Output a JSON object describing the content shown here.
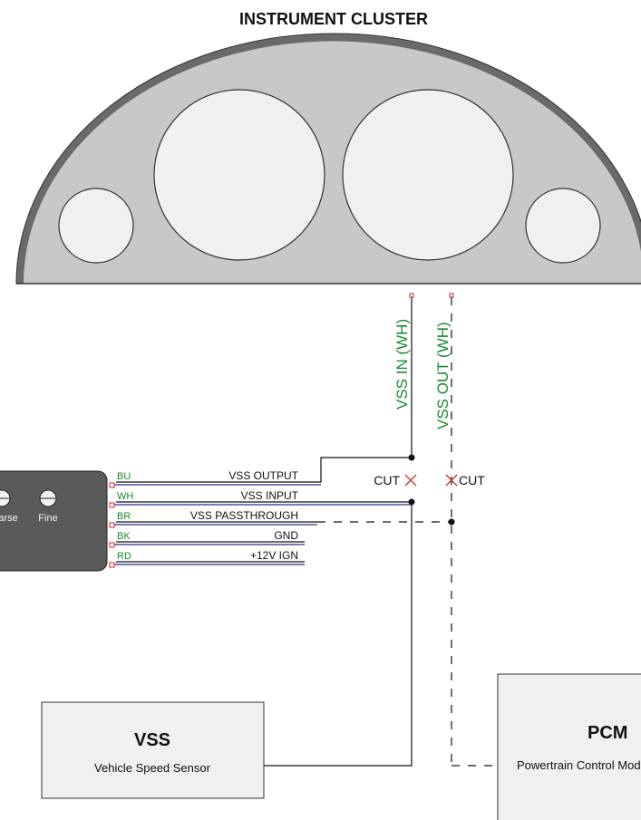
{
  "title": "INSTRUMENT CLUSTER",
  "cluster_wires": {
    "vss_in": "VSS IN (WH)",
    "vss_out": "VSS OUT (WH)"
  },
  "module": {
    "knobs": [
      {
        "label": "Coarse"
      },
      {
        "label": "Fine"
      }
    ],
    "pins": [
      {
        "color_code": "BU",
        "label": "VSS OUTPUT"
      },
      {
        "color_code": "WH",
        "label": "VSS INPUT"
      },
      {
        "color_code": "BR",
        "label": "VSS PASSTHROUGH"
      },
      {
        "color_code": "BK",
        "label": "GND"
      },
      {
        "color_code": "RD",
        "label": "+12V IGN"
      }
    ]
  },
  "cuts": {
    "left": "CUT",
    "right": "CUT"
  },
  "vss_box": {
    "title": "VSS",
    "subtitle": "Vehicle Speed Sensor"
  },
  "pcm_box": {
    "title": "PCM",
    "subtitle": "Powertrain Control Module"
  },
  "colors": {
    "wire_blue": "#2a2f8f",
    "label_green": "#168a2f",
    "terminal_red": "#d0242e",
    "cut_red": "#c43b3b",
    "cluster_fill": "#c8c8c8",
    "cluster_rim": "#6a6a6a",
    "module_fill": "#5a5a5a",
    "box_fill": "#f0f0f0"
  }
}
